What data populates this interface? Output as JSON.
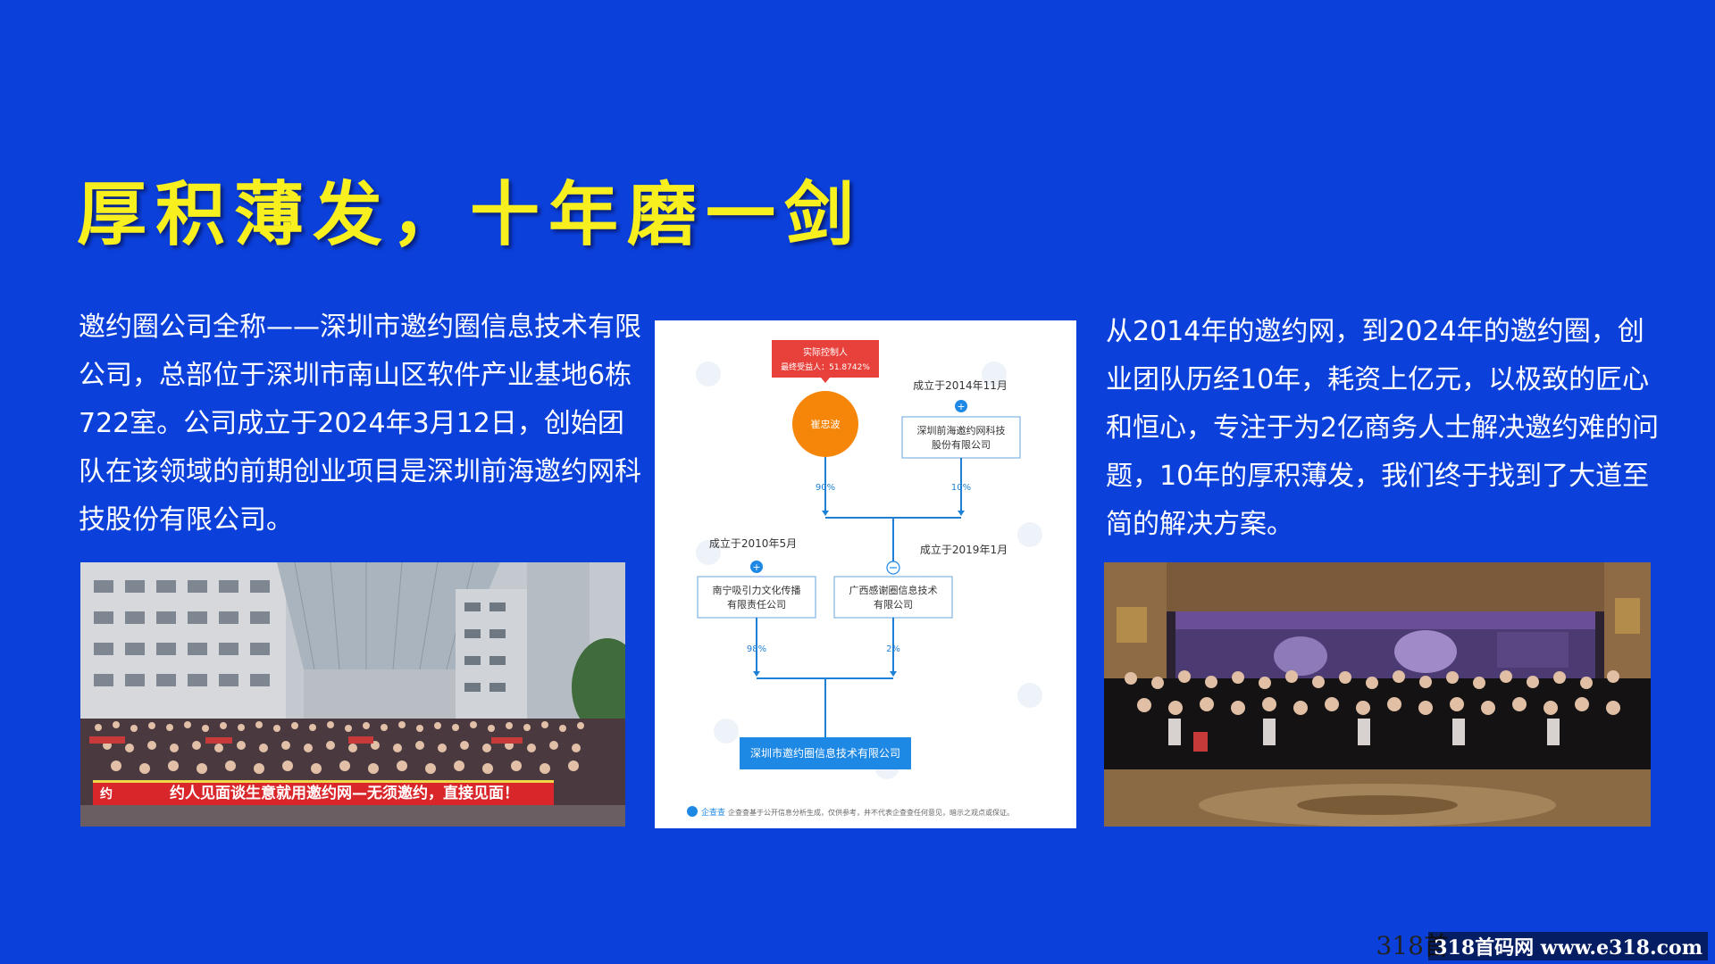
{
  "title": "厚积薄发，十年磨一剑",
  "left_paragraph": "邀约圈公司全称——深圳市邀约圈信息技术有限公司，总部位于深圳市南山区软件产业基地6栋722室。公司成立于2024年3月12日，创始团队在该领域的前期创业项目是深圳前海邀约网科技股份有限公司。",
  "right_paragraph": "从2014年的邀约网，到2024年的邀约圈，创业团队历经10年，耗资上亿元，以极致的匠心和恒心，专注于为2亿商务人士解决邀约难的问题，10年的厚积薄发，我们终于找到了大道至简的解决方案。",
  "left_photo": {
    "banner_text": "约人见面谈生意就用邀约网—无须邀约，直接见面！",
    "banner_logo": "约"
  },
  "equity_chart": {
    "controller_tag_line1": "实际控制人",
    "controller_tag_line2": "最终受益人：51.8742%",
    "person_name": "崔忠波",
    "company_a_date": "成立于2014年11月",
    "company_a_name_line1": "深圳前海邀约网科技",
    "company_a_name_line2": "股份有限公司",
    "pct_person": "90%",
    "pct_company_a": "10%",
    "company_b_date": "成立于2010年5月",
    "company_b_name_line1": "南宁吸引力文化传播",
    "company_b_name_line2": "有限责任公司",
    "company_c_date": "成立于2019年1月",
    "company_c_name_line1": "广西感谢圈信息技术",
    "company_c_name_line2": "有限公司",
    "pct_company_b": "98%",
    "pct_company_c": "2%",
    "target_company": "深圳市邀约圈信息技术有限公司",
    "footer_logo": "企查查",
    "footer_note": "企查查基于公开信息分析生成，仅供参考，并不代表企查查任何意见，暗示之观点或保证。"
  },
  "watermark_prefix": "318首",
  "watermark": "318首码网 www.e318.com",
  "colors": {
    "background": "#0b40db",
    "title": "#f7f01e",
    "red_tag": "#e8403a",
    "orange": "#f5860a",
    "flow_blue": "#1d7fd6",
    "box_blue": "#1e88e5"
  }
}
